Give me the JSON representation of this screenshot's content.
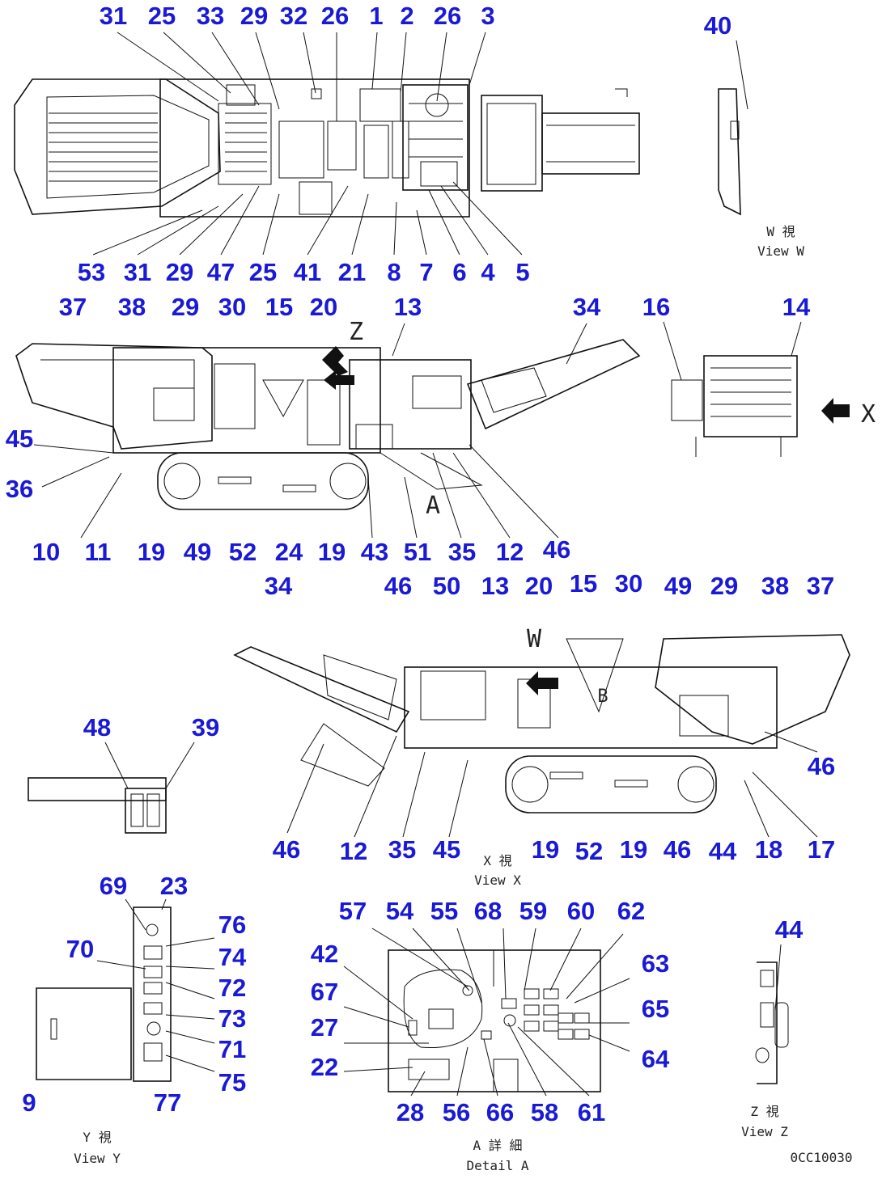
{
  "callouts": [
    {
      "id": "t1",
      "text": "31"
    },
    {
      "id": "t2",
      "text": "25"
    },
    {
      "id": "t3",
      "text": "33"
    },
    {
      "id": "t4",
      "text": "29"
    },
    {
      "id": "t5",
      "text": "32"
    },
    {
      "id": "t6",
      "text": "26"
    },
    {
      "id": "t7",
      "text": "1"
    },
    {
      "id": "t8",
      "text": "2"
    },
    {
      "id": "t9",
      "text": "26"
    },
    {
      "id": "t10",
      "text": "3"
    },
    {
      "id": "t11",
      "text": "40"
    },
    {
      "id": "b1",
      "text": "53"
    },
    {
      "id": "b2",
      "text": "31"
    },
    {
      "id": "b3",
      "text": "29"
    },
    {
      "id": "b4",
      "text": "47"
    },
    {
      "id": "b5",
      "text": "25"
    },
    {
      "id": "b6",
      "text": "41"
    },
    {
      "id": "b7",
      "text": "21"
    },
    {
      "id": "b8",
      "text": "8"
    },
    {
      "id": "b9",
      "text": "7"
    },
    {
      "id": "b10",
      "text": "6"
    },
    {
      "id": "b11",
      "text": "4"
    },
    {
      "id": "b12",
      "text": "5"
    },
    {
      "id": "s1",
      "text": "37"
    },
    {
      "id": "s2",
      "text": "38"
    },
    {
      "id": "s3",
      "text": "29"
    },
    {
      "id": "s4",
      "text": "30"
    },
    {
      "id": "s5",
      "text": "15"
    },
    {
      "id": "s6",
      "text": "20"
    },
    {
      "id": "s7",
      "text": "13"
    },
    {
      "id": "s8",
      "text": "34"
    },
    {
      "id": "s9",
      "text": "16"
    },
    {
      "id": "s10",
      "text": "14"
    },
    {
      "id": "s11",
      "text": "45"
    },
    {
      "id": "s12",
      "text": "36"
    },
    {
      "id": "s13",
      "text": "10"
    },
    {
      "id": "s14",
      "text": "11"
    },
    {
      "id": "s15",
      "text": "19"
    },
    {
      "id": "s16",
      "text": "49"
    },
    {
      "id": "s17",
      "text": "52"
    },
    {
      "id": "s18",
      "text": "24"
    },
    {
      "id": "s19",
      "text": "19"
    },
    {
      "id": "s20",
      "text": "43"
    },
    {
      "id": "s21",
      "text": "51"
    },
    {
      "id": "s22",
      "text": "35"
    },
    {
      "id": "s23",
      "text": "12"
    },
    {
      "id": "s24",
      "text": "46"
    },
    {
      "id": "r1",
      "text": "34"
    },
    {
      "id": "r2",
      "text": "46"
    },
    {
      "id": "r3",
      "text": "50"
    },
    {
      "id": "r4",
      "text": "13"
    },
    {
      "id": "r5",
      "text": "20"
    },
    {
      "id": "r6",
      "text": "15"
    },
    {
      "id": "r7",
      "text": "30"
    },
    {
      "id": "r8",
      "text": "49"
    },
    {
      "id": "r9",
      "text": "29"
    },
    {
      "id": "r10",
      "text": "38"
    },
    {
      "id": "r11",
      "text": "37"
    },
    {
      "id": "r12",
      "text": "46"
    },
    {
      "id": "r13",
      "text": "48"
    },
    {
      "id": "r14",
      "text": "39"
    },
    {
      "id": "r15",
      "text": "46"
    },
    {
      "id": "r16",
      "text": "12"
    },
    {
      "id": "r17",
      "text": "35"
    },
    {
      "id": "r18",
      "text": "45"
    },
    {
      "id": "r19",
      "text": "19"
    },
    {
      "id": "r20",
      "text": "52"
    },
    {
      "id": "r21",
      "text": "19"
    },
    {
      "id": "r22",
      "text": "46"
    },
    {
      "id": "r23",
      "text": "44"
    },
    {
      "id": "r24",
      "text": "18"
    },
    {
      "id": "r25",
      "text": "17"
    },
    {
      "id": "y1",
      "text": "69"
    },
    {
      "id": "y2",
      "text": "23"
    },
    {
      "id": "y3",
      "text": "76"
    },
    {
      "id": "y4",
      "text": "70"
    },
    {
      "id": "y5",
      "text": "74"
    },
    {
      "id": "y6",
      "text": "72"
    },
    {
      "id": "y7",
      "text": "73"
    },
    {
      "id": "y8",
      "text": "71"
    },
    {
      "id": "y9",
      "text": "75"
    },
    {
      "id": "y10",
      "text": "9"
    },
    {
      "id": "y11",
      "text": "77"
    },
    {
      "id": "a1",
      "text": "57"
    },
    {
      "id": "a2",
      "text": "54"
    },
    {
      "id": "a3",
      "text": "55"
    },
    {
      "id": "a4",
      "text": "68"
    },
    {
      "id": "a5",
      "text": "59"
    },
    {
      "id": "a6",
      "text": "60"
    },
    {
      "id": "a7",
      "text": "62"
    },
    {
      "id": "a8",
      "text": "42"
    },
    {
      "id": "a9",
      "text": "67"
    },
    {
      "id": "a10",
      "text": "27"
    },
    {
      "id": "a11",
      "text": "22"
    },
    {
      "id": "a12",
      "text": "63"
    },
    {
      "id": "a13",
      "text": "65"
    },
    {
      "id": "a14",
      "text": "64"
    },
    {
      "id": "a15",
      "text": "28"
    },
    {
      "id": "a16",
      "text": "56"
    },
    {
      "id": "a17",
      "text": "66"
    },
    {
      "id": "a18",
      "text": "58"
    },
    {
      "id": "a19",
      "text": "61"
    },
    {
      "id": "a20",
      "text": "44"
    }
  ],
  "captions": {
    "view_w_jp": "W 視",
    "view_w": "View W",
    "view_x_jp": "X 視",
    "view_x": "View X",
    "view_y_jp": "Y 視",
    "view_y": "View Y",
    "view_z_jp": "Z 視",
    "view_z": "View Z",
    "detail_a_jp": "A 詳 細",
    "detail_a": "Detail A",
    "drawing_number": "0CC10030"
  },
  "view_markers": {
    "z": "Z",
    "w": "W",
    "a": "A",
    "b": "B",
    "x": "X"
  }
}
